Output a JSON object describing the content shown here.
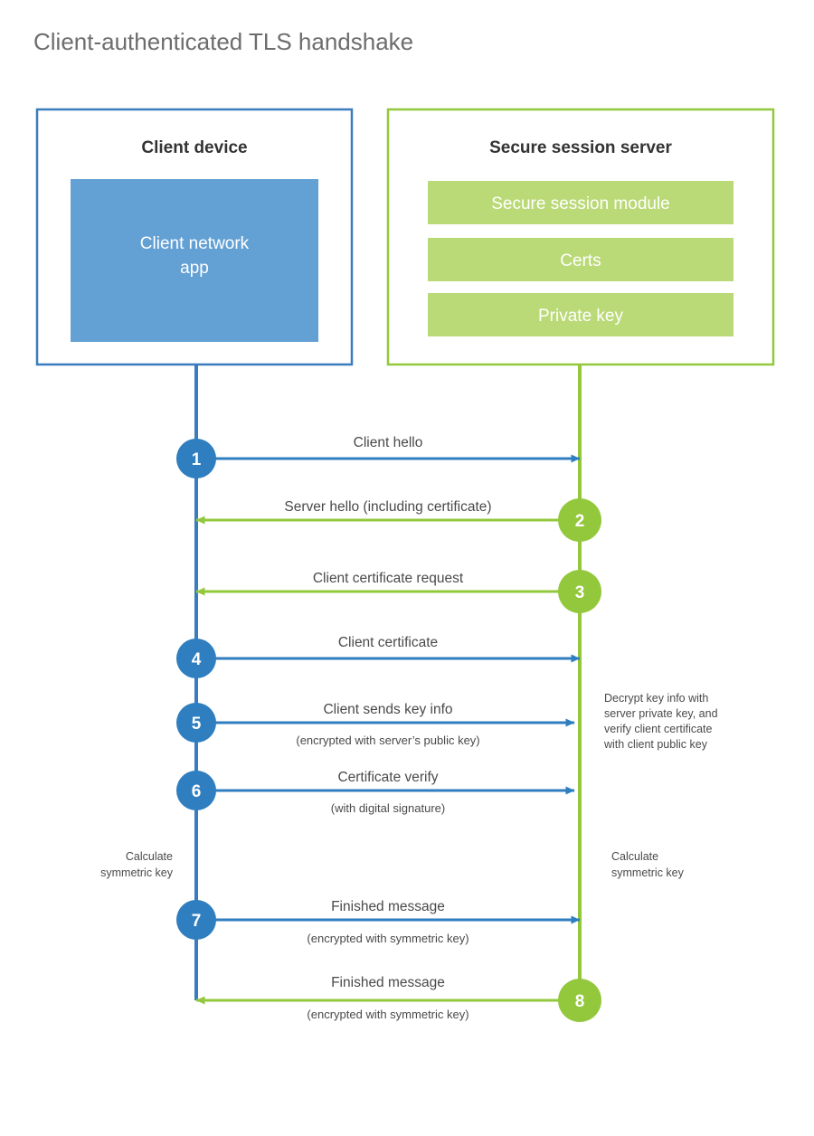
{
  "title": "Client-authenticated TLS handshake",
  "colors": {
    "blue_border": "#3a7cbe",
    "blue_fill": "#63a0d4",
    "blue_circle": "#2f7ec0",
    "green_border": "#93c83d",
    "green_fill": "#bad977",
    "green_circle": "#93c83d",
    "text": "#4a4a4a",
    "title_text": "#6d6d6d",
    "box_title_text": "#333333",
    "background": "#ffffff"
  },
  "client_box": {
    "title": "Client device",
    "app_label_line1": "Client network",
    "app_label_line2": "app"
  },
  "server_box": {
    "title": "Secure session server",
    "items": [
      {
        "label": "Secure session module"
      },
      {
        "label": "Certs"
      },
      {
        "label": "Private key"
      }
    ]
  },
  "steps": [
    {
      "number": "1",
      "label": "Client hello",
      "sublabel": "",
      "direction": "client-to-server",
      "actor": "client"
    },
    {
      "number": "2",
      "label": "Server hello (including certificate)",
      "sublabel": "",
      "direction": "server-to-client",
      "actor": "server"
    },
    {
      "number": "3",
      "label": "Client certificate request",
      "sublabel": "",
      "direction": "server-to-client",
      "actor": "server"
    },
    {
      "number": "4",
      "label": "Client certificate",
      "sublabel": "",
      "direction": "client-to-server",
      "actor": "client"
    },
    {
      "number": "5",
      "label": "Client sends key info",
      "sublabel": "(encrypted with server’s public key)",
      "direction": "client-to-server",
      "actor": "client"
    },
    {
      "number": "6",
      "label": "Certificate verify",
      "sublabel": "(with digital signature)",
      "direction": "client-to-server",
      "actor": "client"
    },
    {
      "number": "7",
      "label": "Finished message",
      "sublabel": "(encrypted with symmetric key)",
      "direction": "client-to-server",
      "actor": "client"
    },
    {
      "number": "8",
      "label": "Finished message",
      "sublabel": "(encrypted with symmetric key)",
      "direction": "server-to-client",
      "actor": "server"
    }
  ],
  "annotations": {
    "server_decrypt": {
      "line1": "Decrypt key info with",
      "line2": "server private key, and",
      "line3": "verify client certificate",
      "line4": "with client public key"
    },
    "client_calc": {
      "line1": "Calculate",
      "line2": "symmetric key"
    },
    "server_calc": {
      "line1": "Calculate",
      "line2": "symmetric key"
    }
  }
}
